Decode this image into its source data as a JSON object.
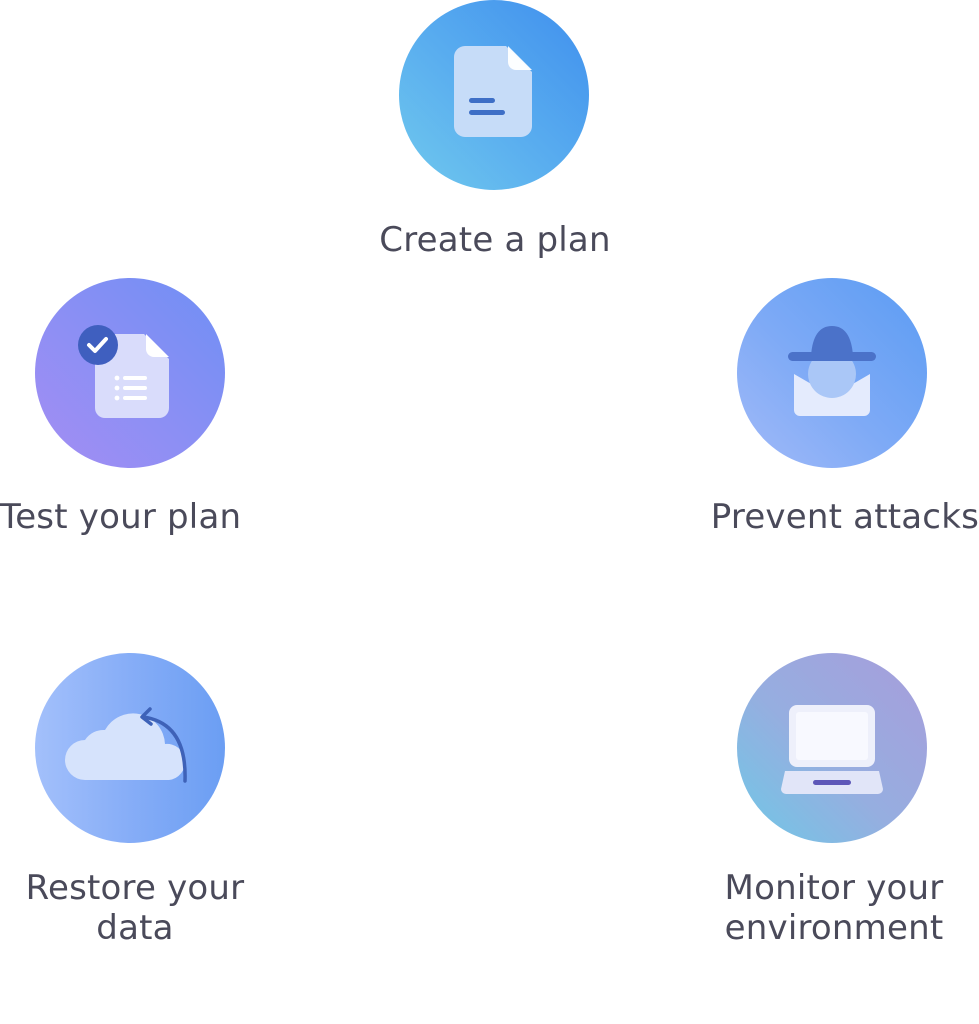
{
  "steps": [
    {
      "id": "create",
      "label_lines": [
        "Create a plan"
      ],
      "icon": "document-icon"
    },
    {
      "id": "prevent",
      "label_lines": [
        "Prevent attacks"
      ],
      "icon": "spy-envelope-icon"
    },
    {
      "id": "monitor",
      "label_lines": [
        "Monitor your",
        "environment"
      ],
      "icon": "laptop-icon"
    },
    {
      "id": "restore",
      "label_lines": [
        "Restore your",
        "data"
      ],
      "icon": "cloud-restore-icon"
    },
    {
      "id": "test",
      "label_lines": [
        "Test your plan"
      ],
      "icon": "checked-document-icon"
    }
  ],
  "colors": {
    "text": "#4a4a5a",
    "icon_light": "#c7dcf8",
    "icon_dark": "#3e6fc6"
  }
}
